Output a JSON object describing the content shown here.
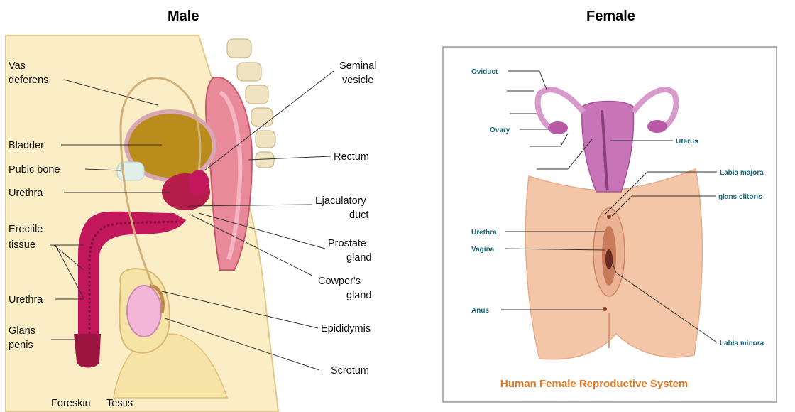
{
  "headings": {
    "male": "Male",
    "female": "Female"
  },
  "male": {
    "labels": {
      "vas_deferens_1": "Vas",
      "vas_deferens_2": "deferens",
      "seminal_vesicle_1": "Seminal",
      "seminal_vesicle_2": "vesicle",
      "bladder": "Bladder",
      "rectum": "Rectum",
      "pubic_bone": "Pubic bone",
      "urethra_upper": "Urethra",
      "ejaculatory_duct_1": "Ejaculatory",
      "ejaculatory_duct_2": "duct",
      "erectile_tissue_1": "Erectile",
      "erectile_tissue_2": "tissue",
      "prostate_gland_1": "Prostate",
      "prostate_gland_2": "gland",
      "cowpers_gland_1": "Cowper's",
      "cowpers_gland_2": "gland",
      "urethra_lower": "Urethra",
      "epididymis": "Epididymis",
      "glans_penis_1": "Glans",
      "glans_penis_2": "penis",
      "scrotum": "Scrotum",
      "foreskin": "Foreskin",
      "testis": "Testis"
    }
  },
  "female": {
    "labels": {
      "oviduct": "Oviduct",
      "ovary": "Ovary",
      "uterus": "Uterus",
      "labia_majora": "Labia majora",
      "glans_clitoris": "glans clitoris",
      "urethra": "Urethra",
      "vagina": "Vagina",
      "anus": "Anus",
      "labia_minora": "Labia minora"
    },
    "caption": "Human Female Reproductive System"
  },
  "colors": {
    "skin": "#f6e3a6",
    "bladder": "#b98c1c",
    "penis": "#c2185b",
    "rectum": "#e88a9a",
    "female_skin": "#f3c6a8",
    "female_uterus": "#c774b8",
    "label_teal": "#1a6a78",
    "caption_orange": "#e07a22"
  }
}
